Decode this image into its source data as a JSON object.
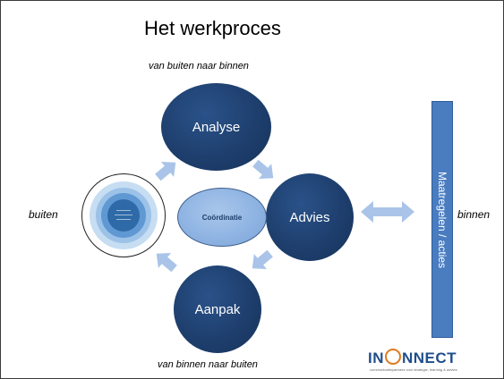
{
  "title": "Het werkproces",
  "subtitle_top": "van buiten naar binnen",
  "subtitle_bottom": "van binnen naar buiten",
  "labels": {
    "buiten": "buiten",
    "binnen": "binnen"
  },
  "nodes": {
    "analyse": "Analyse",
    "advies": "Advies",
    "aanpak": "Aanpak",
    "coordinatie": "Coördinatie"
  },
  "vertical_box": "Maatregelen / acties",
  "logo": {
    "part1": "IN",
    "part2": "NNECT",
    "tagline": "communicatiepartners voor strategie, learning & advies"
  },
  "colors": {
    "dark_navy": "#1d3d6b",
    "light_blue": "#8fb4e3",
    "arrow_blue": "#a9c4e8",
    "box_blue": "#4a7cc0",
    "logo_orange": "#e07a1f"
  }
}
